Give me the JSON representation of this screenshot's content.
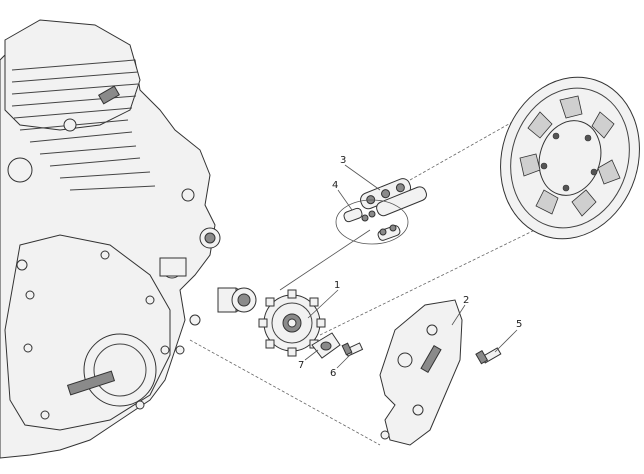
{
  "callouts": [
    {
      "id": "c1",
      "text": "1"
    },
    {
      "id": "c2",
      "text": "2"
    },
    {
      "id": "c3",
      "text": "3"
    },
    {
      "id": "c4",
      "text": "4"
    },
    {
      "id": "c5",
      "text": "5"
    },
    {
      "id": "c6",
      "text": "6"
    },
    {
      "id": "c7",
      "text": "7"
    }
  ],
  "colors": {
    "line": "#333333",
    "fill": "#f2f2f2",
    "shade": "#8a8a8a"
  },
  "icons": [
    "engine-illustration",
    "rear-sprocket",
    "chain-link-kit",
    "front-sprocket",
    "sprocket-cover",
    "spacer",
    "bolt",
    "washer"
  ]
}
